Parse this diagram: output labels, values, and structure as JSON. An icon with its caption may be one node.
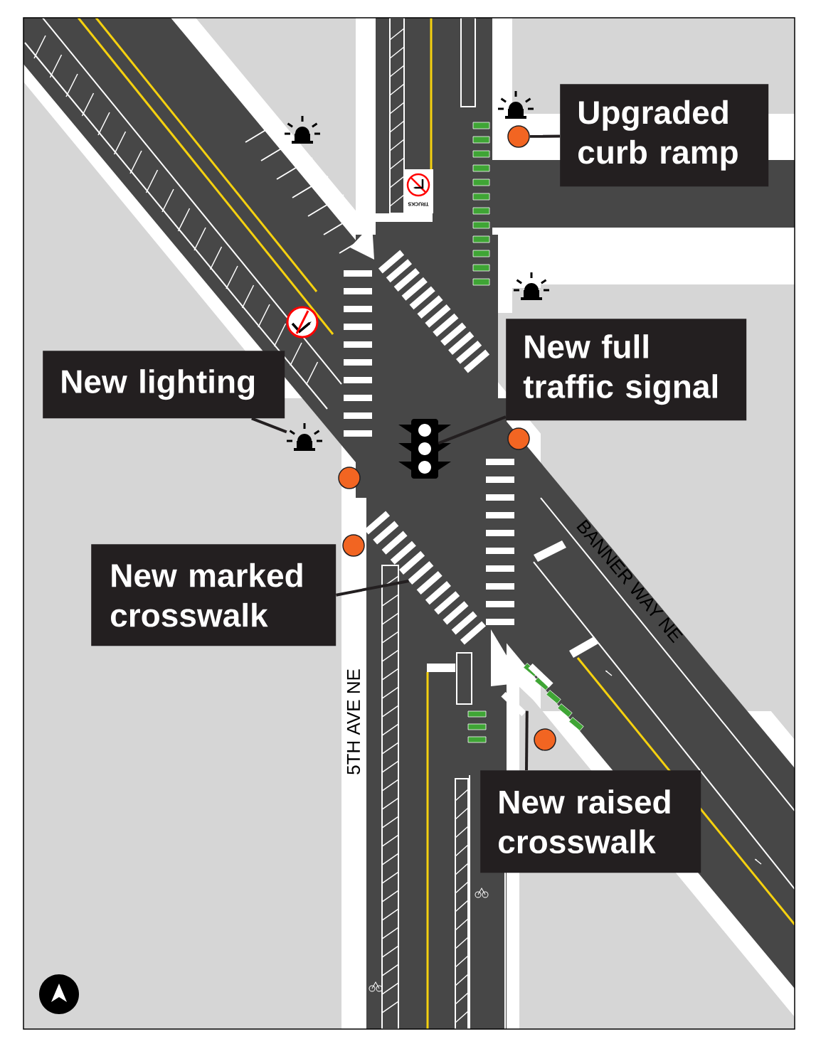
{
  "diagram": {
    "nodes": [
      {
        "text": [
          "Upgraded curb ramp"
        ]
      },
      {
        "text": [
          "New lighting"
        ]
      },
      {
        "text": [
          "New full traffic signal"
        ]
      },
      {
        "text": [
          "New marked crosswalk"
        ]
      },
      {
        "text": [
          "New raised crosswalk"
        ]
      },
      {
        "text": [],
        "shape": "circle"
      },
      {
        "text": [],
        "shape": "picture"
      },
      {
        "text": [],
        "shape": "picture"
      },
      {
        "text": [],
        "shape": "circle"
      },
      {
        "text": [],
        "shape": "circle"
      },
      {
        "text": [],
        "shape": "circle"
      },
      {
        "text": [],
        "shape": "circle"
      },
      {
        "text": [],
        "shape": "crosswalk"
      },
      {
        "text": [],
        "shape": "crosswalk"
      }
    ],
    "edges": [
      {
        "from": 0,
        "to": 5,
        "arrow": "none"
      },
      {
        "from": 1,
        "to": 6,
        "arrow": "none"
      },
      {
        "from": 2,
        "to": 7,
        "arrow": "none"
      },
      {
        "from": 3,
        "to": 12,
        "arrow": "none"
      },
      {
        "from": 4,
        "to": 13,
        "arrow": "none"
      }
    ],
    "labels": [
      "TRUCKS",
      "BANNER WAY NE",
      "5TH AVE NE"
    ]
  }
}
